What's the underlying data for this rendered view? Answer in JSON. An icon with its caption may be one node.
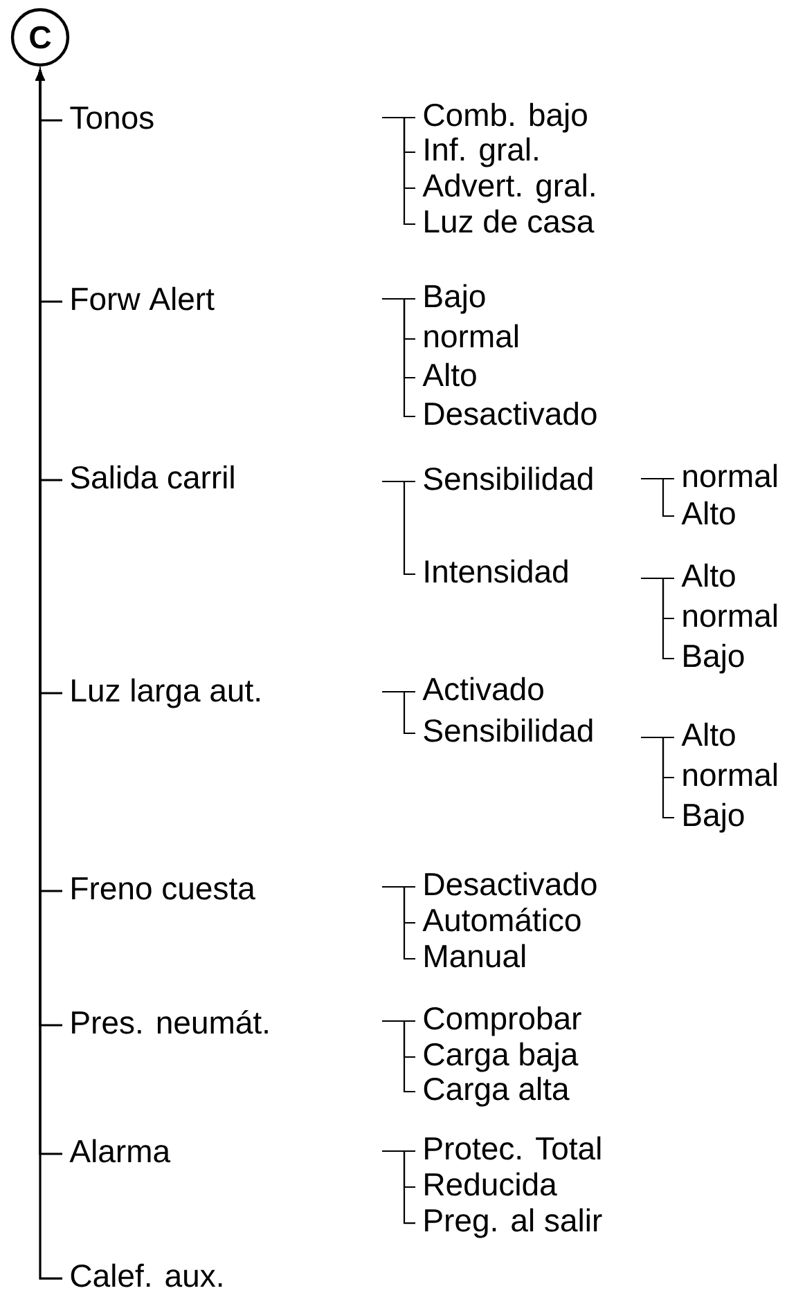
{
  "diagram": {
    "nodes": [
      {
        "text": [
          "C"
        ]
      },
      {
        "text": [
          "Tonos"
        ]
      },
      {
        "text": [
          "Comb. bajo"
        ]
      },
      {
        "text": [
          "Inf. gral."
        ]
      },
      {
        "text": [
          "Advert. gral."
        ]
      },
      {
        "text": [
          "Luz de casa"
        ]
      },
      {
        "text": [
          "Forw Alert"
        ]
      },
      {
        "text": [
          "Bajo"
        ]
      },
      {
        "text": [
          "normal"
        ]
      },
      {
        "text": [
          "Alto"
        ]
      },
      {
        "text": [
          "Desactivado"
        ]
      },
      {
        "text": [
          "Salida carril"
        ]
      },
      {
        "text": [
          "Sensibilidad"
        ]
      },
      {
        "text": [
          "normal"
        ]
      },
      {
        "text": [
          "Alto"
        ]
      },
      {
        "text": [
          "Intensidad"
        ]
      },
      {
        "text": [
          "Alto"
        ]
      },
      {
        "text": [
          "normal"
        ]
      },
      {
        "text": [
          "Bajo"
        ]
      },
      {
        "text": [
          "Luz larga aut."
        ]
      },
      {
        "text": [
          "Activado"
        ]
      },
      {
        "text": [
          "Sensibilidad"
        ]
      },
      {
        "text": [
          "Alto"
        ]
      },
      {
        "text": [
          "normal"
        ]
      },
      {
        "text": [
          "Bajo"
        ]
      },
      {
        "text": [
          "Freno cuesta"
        ]
      },
      {
        "text": [
          "Desactivado"
        ]
      },
      {
        "text": [
          "Automático"
        ]
      },
      {
        "text": [
          "Manual"
        ]
      },
      {
        "text": [
          "Pres. neumát."
        ]
      },
      {
        "text": [
          "Comprobar"
        ]
      },
      {
        "text": [
          "Carga baja"
        ]
      },
      {
        "text": [
          "Carga alta"
        ]
      },
      {
        "text": [
          "Alarma"
        ]
      },
      {
        "text": [
          "Protec. Total"
        ]
      },
      {
        "text": [
          "Reducida"
        ]
      },
      {
        "text": [
          "Preg. al salir"
        ]
      },
      {
        "text": [
          "Calef. aux."
        ]
      }
    ],
    "edges": [
      {
        "from": 1,
        "to": 0,
        "arrow": "to"
      },
      {
        "from": 6,
        "to": 0,
        "arrow": "to"
      },
      {
        "from": 11,
        "to": 0,
        "arrow": "to"
      },
      {
        "from": 19,
        "to": 0,
        "arrow": "to"
      },
      {
        "from": 25,
        "to": 0,
        "arrow": "to"
      },
      {
        "from": 29,
        "to": 0,
        "arrow": "to"
      },
      {
        "from": 33,
        "to": 0,
        "arrow": "to"
      },
      {
        "from": 37,
        "to": 0,
        "arrow": "to"
      },
      {
        "from": null,
        "to": 2,
        "arrow": "none"
      },
      {
        "from": null,
        "to": 3,
        "arrow": "none"
      },
      {
        "from": null,
        "to": 4,
        "arrow": "none"
      },
      {
        "from": null,
        "to": 5,
        "arrow": "none"
      },
      {
        "from": null,
        "to": 7,
        "arrow": "none"
      },
      {
        "from": null,
        "to": 8,
        "arrow": "none"
      },
      {
        "from": null,
        "to": 9,
        "arrow": "none"
      },
      {
        "from": null,
        "to": 10,
        "arrow": "none"
      },
      {
        "from": null,
        "to": 12,
        "arrow": "none"
      },
      {
        "from": null,
        "to": 15,
        "arrow": "none"
      },
      {
        "from": null,
        "to": 13,
        "arrow": "none"
      },
      {
        "from": null,
        "to": 14,
        "arrow": "none"
      },
      {
        "from": null,
        "to": 16,
        "arrow": "none"
      },
      {
        "from": null,
        "to": 17,
        "arrow": "none"
      },
      {
        "from": null,
        "to": 18,
        "arrow": "none"
      },
      {
        "from": null,
        "to": 20,
        "arrow": "none"
      },
      {
        "from": null,
        "to": 21,
        "arrow": "none"
      },
      {
        "from": null,
        "to": 22,
        "arrow": "none"
      },
      {
        "from": null,
        "to": 23,
        "arrow": "none"
      },
      {
        "from": null,
        "to": 24,
        "arrow": "none"
      },
      {
        "from": null,
        "to": 26,
        "arrow": "none"
      },
      {
        "from": null,
        "to": 27,
        "arrow": "none"
      },
      {
        "from": null,
        "to": 28,
        "arrow": "none"
      },
      {
        "from": null,
        "to": 30,
        "arrow": "none"
      },
      {
        "from": null,
        "to": 31,
        "arrow": "none"
      },
      {
        "from": null,
        "to": 32,
        "arrow": "none"
      },
      {
        "from": null,
        "to": 34,
        "arrow": "none"
      },
      {
        "from": null,
        "to": 35,
        "arrow": "none"
      },
      {
        "from": null,
        "to": 36,
        "arrow": "none"
      }
    ]
  }
}
